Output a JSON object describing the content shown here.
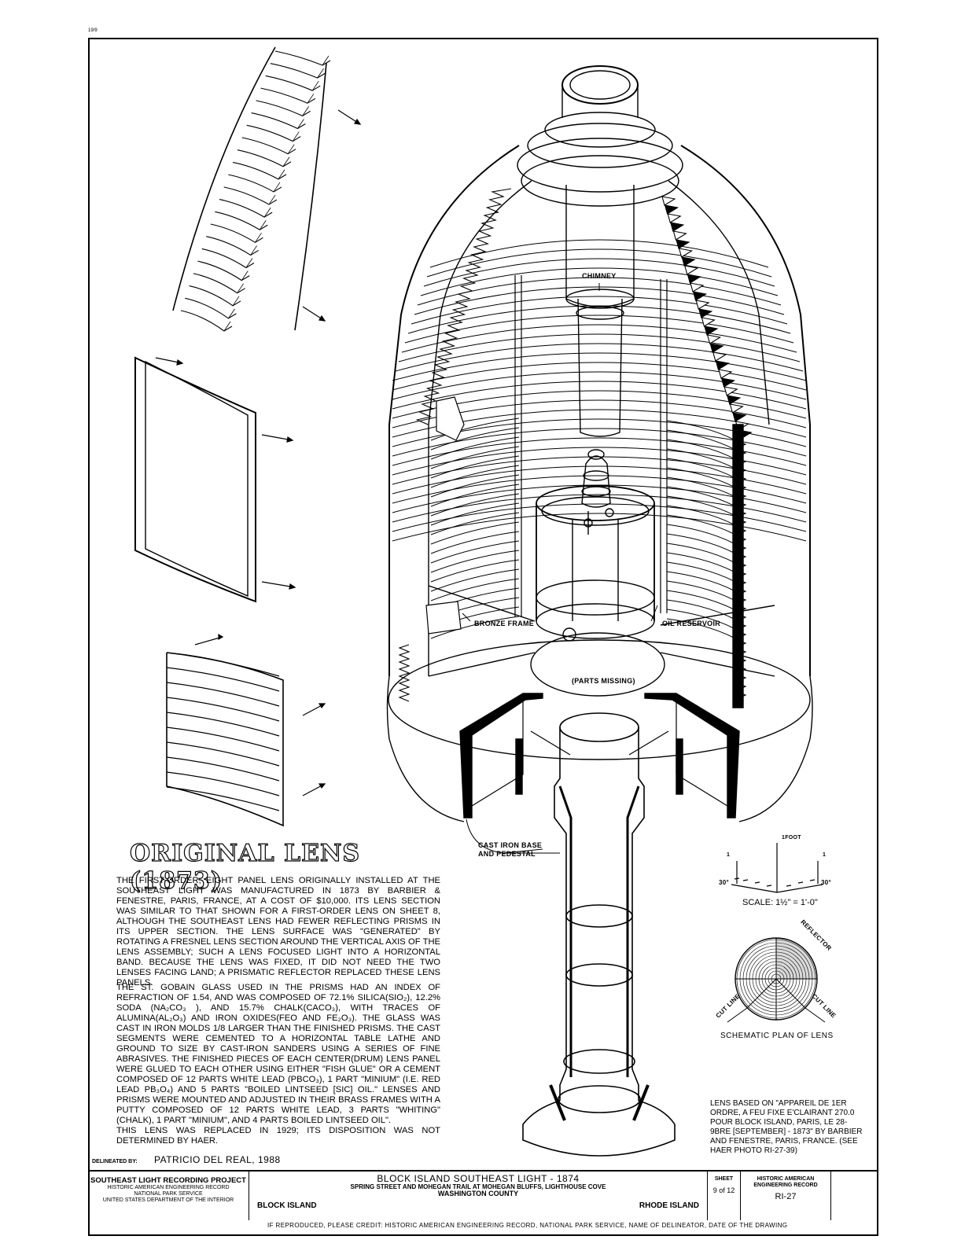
{
  "sheet_corner_number": "19/9",
  "title": "ORIGINAL LENS (1873)",
  "paragraphs": [
    "The first-order, eight panel lens originally installed at the Southeast Light was manufactured in 1873 by Barbier & Fenestre, Paris, France, at a cost of $10,000. Its lens section was similar to that shown for a first-order lens on sheet 8, although the Southeast lens had fewer reflecting prisms in its upper section. The lens surface was \"generated\" by rotating a fresnel lens section around the vertical axis of the lens assembly; such a lens focused light into a horizontal band. Because the lens was fixed, it did not need the two lenses facing land; a prismatic reflector replaced these lens panels.",
    "The St. Gobain glass used in the prisms had an index of refraction of 1.54, and was composed of 72.1% silica(SiO₂), 12.2% soda (Na₂CO₃ ), and 15.7% chalk(CaCO₃), with traces of alumina(Al₂O₃) and iron oxides(FeO and Fe₂O₃). The glass was cast in iron molds 1/8 larger than the finished prisms. The cast segments were cemented to a horizontal table lathe and ground to size by cast-iron sanders using a series of fine abrasives. The finished pieces of each center(drum) lens panel were glued to each other using either \"fish glue\" or a cement composed of 12 parts white lead (PbCO₃), 1 part \"minium\" (i.e. red lead Pb₃O₄) and 5 parts \"boiled lintseed [sic] oil.\" Lenses and prisms were mounted and adjusted in their brass frames with a putty composed of 12 parts white lead, 3 parts \"whiting\" (chalk), 1 part \"minium\", and 4 parts boiled lintseed oil\".",
    "This lens was replaced in 1929; its disposition was not determined by HAER."
  ],
  "labels": {
    "chimney": "CHIMNEY",
    "bronze_frame": "BRONZE FRAME",
    "oil_reservoir": "OIL RESERVOIR",
    "parts_missing": "(PARTS MISSING)",
    "cast_iron_base": "CAST IRON BASE",
    "and_pedestal": "AND PEDESTAL"
  },
  "scale": {
    "foot": "1FOOT",
    "one_left": "1",
    "one_right": "1",
    "deg_left": "30°",
    "deg_right": "30°",
    "text": "SCALE: 1½\" = 1'-0\""
  },
  "plan": {
    "reflector": "REFLECTOR",
    "cut_line_left": "CUT LINE",
    "cut_line_right": "CUT LINE",
    "caption": "SCHEMATIC PLAN OF LENS"
  },
  "note": "Lens based on \"Appareil de 1er ordre, a feu fixe e'clairant 270.0 pour Block Island, Paris, le 28-9bre [September] - 1873\" by Barbier and Fenestre, Paris, France. (See HAER photo RI-27-39)",
  "delineated_by_label": "DELINEATED BY:",
  "delineated_by": "PATRICIO DEL REAL, 1988",
  "title_block": {
    "project": "SOUTHEAST LIGHT RECORDING PROJECT",
    "agency1": "HISTORIC AMERICAN ENGINEERING RECORD",
    "agency2": "NATIONAL PARK SERVICE",
    "agency3": "UNITED STATES DEPARTMENT OF THE INTERIOR",
    "site_left": "BLOCK ISLAND",
    "name": "BLOCK ISLAND SOUTHEAST LIGHT - 1874",
    "address": "SPRING STREET AND MOHEGAN TRAIL AT MOHEGAN BLUFFS, LIGHTHOUSE COVE",
    "county": "WASHINGTON COUNTY",
    "state": "RHODE ISLAND",
    "sheet_label": "SHEET",
    "sheet_no": "9 of 12",
    "haer1": "HISTORIC AMERICAN",
    "haer2": "ENGINEERING RECORD",
    "haer_no": "RI-27"
  },
  "credit": "IF REPRODUCED, PLEASE CREDIT: HISTORIC AMERICAN ENGINEERING RECORD, NATIONAL PARK SERVICE, NAME OF DELINEATOR, DATE OF THE DRAWING"
}
